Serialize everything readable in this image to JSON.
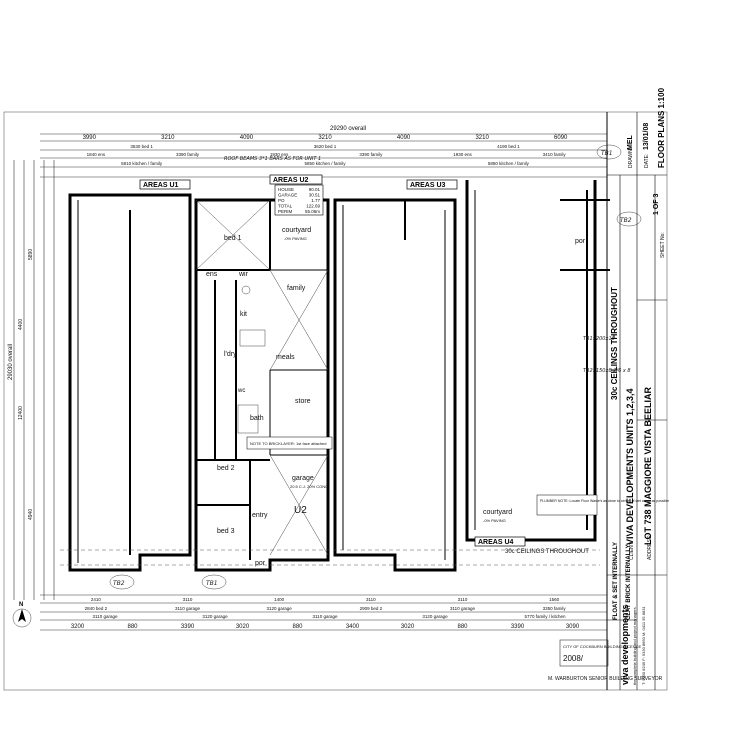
{
  "overall_dims": {
    "top": "29290 overall",
    "left": "29030 overall"
  },
  "top_dims_row1": [
    "3990",
    "3210",
    "4090",
    "3210",
    "4090",
    "3210",
    "6090"
  ],
  "top_dims_row2": [
    "3530 bed 1",
    "3620 bed 1",
    "4190 bed 1"
  ],
  "top_dims_row3": [
    "1840 ens",
    "3390 family",
    "1930 ens",
    "3390 family",
    "1930 ens",
    "3410 family"
  ],
  "top_dims_row4": [
    "5810 kitchen / family",
    "5850 kitchen / family",
    "5850 kitchen / family"
  ],
  "bottom_dims_row1": [
    "2410",
    "3110",
    "1400",
    "3110",
    "3110",
    "1560"
  ],
  "bottom_dims_row2": [
    "2840 bed 2",
    "3110 garage",
    "3120 garage",
    "2909 bed 2",
    "3110 garage",
    "3350 family"
  ],
  "bottom_dims_row3": [
    "3110 garage",
    "3120 garage",
    "3110 garage",
    "3120 garage",
    "5770 family / kitchen"
  ],
  "bottom_dims_row4": [
    "3200",
    "880",
    "3390",
    "3020",
    "880",
    "3400",
    "3020",
    "880",
    "3390",
    "3090"
  ],
  "areas": {
    "u1": "AREAS U1",
    "u2": "AREAS U2",
    "u3": "AREAS U3",
    "u4": "AREAS U4"
  },
  "area_table": {
    "rows": [
      {
        "label": "HOUSE",
        "value": "90.01"
      },
      {
        "label": "GARAGE",
        "value": "30.51"
      },
      {
        "label": "PO",
        "value": "1.77"
      },
      {
        "label": "TOTAL",
        "value": "122.69"
      },
      {
        "label": "PERIM",
        "value": "55.06m"
      }
    ]
  },
  "rooms": {
    "bed1": "bed 1",
    "courtyard": "courtyard",
    "courtyard_sub": "-0% PAVING",
    "ens": "ens",
    "wir": "wir",
    "family": "family",
    "kit": "kit",
    "dry": "l'dry",
    "meals": "meals",
    "store": "store",
    "bath": "bath",
    "wc": "wc",
    "bed2": "bed 2",
    "garage": "garage",
    "garage_sub": "20.5 C.J. 20% CONC",
    "entry": "entry",
    "bed3": "bed 3",
    "por": "por",
    "u2": "U2",
    "courtyard_u4": "courtyard",
    "courtyard_u4_sub": "-0% PAVING"
  },
  "notes": {
    "ceilings_top": "30c CEILINGS THROUGHOUT",
    "ceilings_bottom": "30c CEILINGS THROUGHOUT",
    "brick_note": "NOTE TO BRICKLAYER: 1st face attached",
    "plumber_note": "PLUMBER NOTE: Locate Floor Waste's as close to center of wet areas as possible",
    "handwritten_top": "ROOF BEAMS 3*1 BARS AS FOR UNIT 1",
    "tb1": "TB1",
    "tb2": "TB2",
    "tb1_spec": "TB1: 200x10",
    "tb2_spec": "TB2: 150x8 2/6 x 8"
  },
  "title_block": {
    "client_label": "CLIENT:",
    "client": "VIVA DEVELOPMENTS UNITS 1,2,3,4",
    "address_label": "ADDRESS:",
    "address": "LOT 738 MAGGIORE VISTA BEELIAR",
    "plan_title": "FLOOR PLANS 1:100",
    "date_label": "DATE:",
    "date": "13/01/08",
    "drawn_label": "DRAWN:",
    "drawn": "MEL",
    "sheet_label": "SHEET No:",
    "sheet": "1 OF 3",
    "float_set": "FLOAT & SET INTERNALLY",
    "clay_brick": "CLAY BRICK INTERNALLY",
    "company": "viva developments",
    "company_sub": "the complete building and project managers",
    "phone": "T: 9330 8249  F: 9330 8660  M: 0411 55 8831",
    "stamp_top": "CITY OF COCKBURN BUILDING LICENCE",
    "stamp_no": "2008/",
    "surveyor": "M. WARBURTON SENIOR BUILDING SURVEYOR"
  },
  "north_symbol": "N"
}
